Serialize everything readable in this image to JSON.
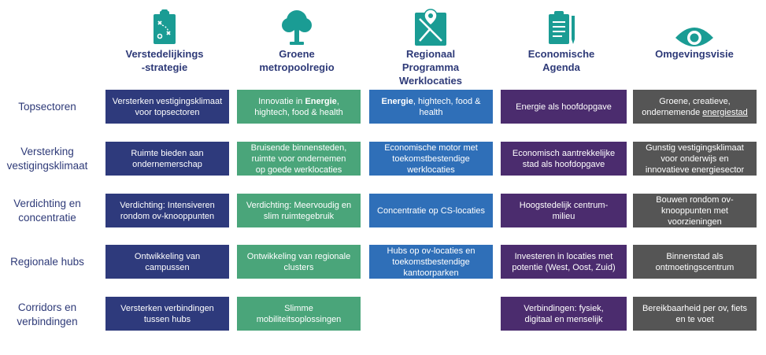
{
  "colors": {
    "header_text": "#2e3a78",
    "icon_teal": "#1a9c94",
    "col_navy": "#2e3a7c",
    "col_green": "#4aa57a",
    "col_blue": "#2f6fb8",
    "col_purple": "#4b2c6e",
    "col_gray": "#555555"
  },
  "columns": [
    {
      "title": "Verstedelijkings\n-strategie",
      "icon": "clipboard-strategy-icon"
    },
    {
      "title": "Groene\nmetropoolregio",
      "icon": "tree-icon"
    },
    {
      "title": "Regionaal\nProgramma\nWerklocaties",
      "icon": "map-pin-icon"
    },
    {
      "title": "Economische\nAgenda",
      "icon": "notepad-pen-icon"
    },
    {
      "title": "Omgevingsvisie",
      "icon": "eye-icon"
    }
  ],
  "rows": [
    {
      "label": "Topsectoren"
    },
    {
      "label": "Versterking\nvestigingsklimaat"
    },
    {
      "label": "Verdichting en\nconcentratie"
    },
    {
      "label": "Regionale hubs"
    },
    {
      "label": "Corridors en\nverbindingen"
    }
  ],
  "cells": {
    "r0": {
      "c0": "Versterken vestigingsklimaat\nvoor topsectoren",
      "c1_pre": "Innovatie in ",
      "c1_bold": "Energie",
      "c1_post": ",\nhightech, food & health",
      "c2_bold": "Energie",
      "c2_post": ", hightech, food &\nhealth",
      "c3": "Energie als hoofdopgave",
      "c4_pre": "Groene, creatieve,\nondernemende ",
      "c4_under": "energiestad"
    },
    "r1": {
      "c0": "Ruimte bieden aan\nondernemerschap",
      "c1": "Bruisende binnensteden,\nruimte voor ondernemen\nop goede werklocaties",
      "c2": "Economische motor met\ntoekomstbestendige\nwerklocaties",
      "c3": "Economisch aantrekkelijke\nstad als hoofdopgave",
      "c4": "Gunstig vestigingsklimaat\nvoor onderwijs en\ninnovatieve energiesector"
    },
    "r2": {
      "c0": "Verdichting: Intensiveren\nrondom ov-knooppunten",
      "c1": "Verdichting: Meervoudig en\nslim ruimtegebruik",
      "c2": "Concentratie op CS-locaties",
      "c3": "Hoogstedelijk centrum-\nmilieu",
      "c4": "Bouwen rondom ov-\nknooppunten met\nvoorzieningen"
    },
    "r3": {
      "c0": "Ontwikkeling van\ncampussen",
      "c1": "Ontwikkeling van regionale\nclusters",
      "c2": "Hubs op ov-locaties en\ntoekomstbestendige\nkantoorparken",
      "c3": "Investeren in locaties met\npotentie (West, Oost, Zuid)",
      "c4": "Binnenstad als\nontmoetingscentrum"
    },
    "r4": {
      "c0": "Versterken verbindingen\ntussen hubs",
      "c1": "Slimme\nmobiliteitsoplossingen",
      "c3": "Verbindingen: fysiek,\ndigitaal en menselijk",
      "c4": "Bereikbaarheid per ov, fiets\nen te voet"
    }
  }
}
